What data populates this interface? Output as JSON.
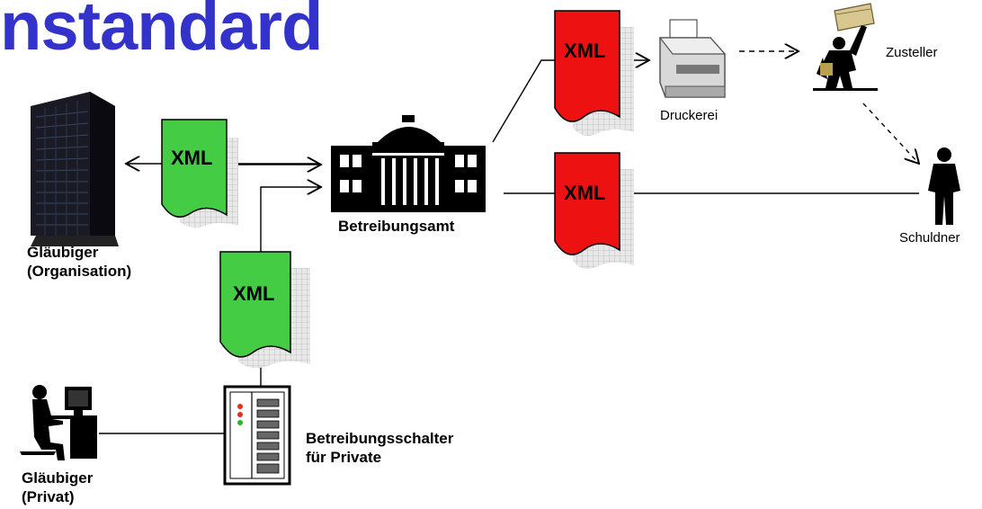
{
  "title": "nstandard",
  "document_label": "XML",
  "nodes": {
    "glaeubiger_org": {
      "line1": "Gläubiger",
      "line2": "(Organisation)"
    },
    "betreibungsamt": "Betreibungsamt",
    "druckerei": "Druckerei",
    "zusteller": "Zusteller",
    "schuldner": "Schuldner",
    "schalter": {
      "line1": "Betreibungsschalter",
      "line2": "für Private"
    },
    "glaeubiger_privat": {
      "line1": "Gläubiger",
      "line2": "(Privat)"
    }
  },
  "colors": {
    "title": "#3333cc",
    "xml_green": "#44cc44",
    "xml_red": "#ee1111",
    "line": "#000000"
  }
}
